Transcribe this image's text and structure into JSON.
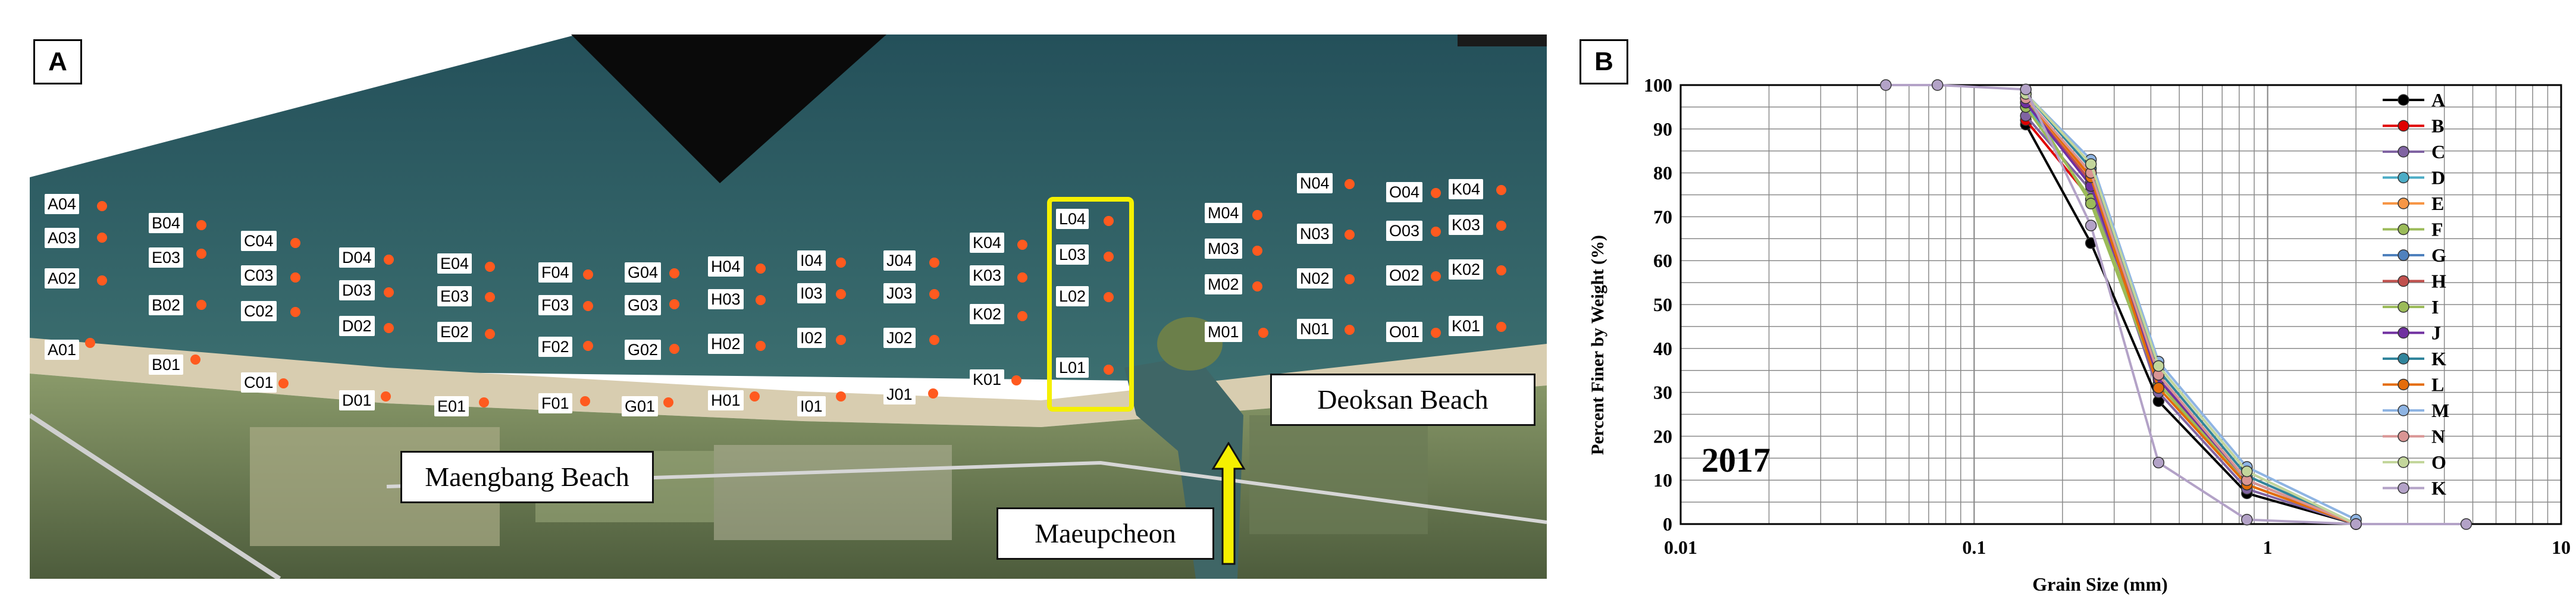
{
  "panel_a": {
    "label": "A",
    "places": {
      "maengbang": "Maengbang Beach",
      "deoksan": "Deoksan Beach",
      "maeupcheon": "Maeupcheon"
    },
    "stations": [
      "A04",
      "A03",
      "A02",
      "A01",
      "B04",
      "E03",
      "B02",
      "B01",
      "C04",
      "C03",
      "C02",
      "C01",
      "D04",
      "D03",
      "D02",
      "D01",
      "E04",
      "E03",
      "E02",
      "E01",
      "F04",
      "F03",
      "F02",
      "F01",
      "G04",
      "G03",
      "G02",
      "G01",
      "H04",
      "H03",
      "H02",
      "H01",
      "I04",
      "I03",
      "I02",
      "I01",
      "J04",
      "J03",
      "J02",
      "J01",
      "K04",
      "K03",
      "K02",
      "K01",
      "L04",
      "L03",
      "L02",
      "L01",
      "M04",
      "M03",
      "M02",
      "M01",
      "N04",
      "N03",
      "N02",
      "N01",
      "O04",
      "O03",
      "O02",
      "O01",
      "K04",
      "K03",
      "K02",
      "K01"
    ],
    "highlight_color": "#f5f000",
    "dot_color": "#ff5a1f"
  },
  "panel_b": {
    "label": "B"
  },
  "chart_data": {
    "type": "line",
    "year_label": "2017",
    "xlabel": "Grain Size (mm)",
    "ylabel": "Percent Finer by Weight (%)",
    "x_scale": "log",
    "xlim": [
      0.01,
      10
    ],
    "ylim": [
      0,
      100
    ],
    "xticks": [
      "0.01",
      "0.1",
      "1",
      "10"
    ],
    "yticks": [
      "0",
      "10",
      "20",
      "30",
      "40",
      "50",
      "60",
      "70",
      "80",
      "90",
      "100"
    ],
    "grid": true,
    "legend_position": "right",
    "series": [
      {
        "name": "A",
        "color": "#000000",
        "x": [
          0.15,
          0.25,
          0.425,
          0.85,
          2.0
        ],
        "y": [
          91,
          64,
          28,
          7,
          0
        ]
      },
      {
        "name": "B",
        "color": "#e00000",
        "x": [
          0.15,
          0.25,
          0.425,
          0.85,
          2.0
        ],
        "y": [
          92,
          74,
          33,
          9,
          0
        ]
      },
      {
        "name": "C",
        "color": "#8064a2",
        "x": [
          0.15,
          0.25,
          0.425,
          0.85,
          2.0
        ],
        "y": [
          93,
          76,
          30,
          8,
          0
        ]
      },
      {
        "name": "D",
        "color": "#4bacc6",
        "x": [
          0.15,
          0.25,
          0.425,
          0.85,
          2.0
        ],
        "y": [
          95,
          78,
          34,
          10,
          0
        ]
      },
      {
        "name": "E",
        "color": "#f79646",
        "x": [
          0.15,
          0.25,
          0.425,
          0.85,
          2.0
        ],
        "y": [
          96,
          79,
          35,
          11,
          0
        ]
      },
      {
        "name": "F",
        "color": "#9bbb59",
        "x": [
          0.15,
          0.25,
          0.425,
          0.85,
          2.0
        ],
        "y": [
          95,
          74,
          33,
          9,
          0
        ]
      },
      {
        "name": "G",
        "color": "#4f81bd",
        "x": [
          0.15,
          0.25,
          0.425,
          0.85,
          2.0
        ],
        "y": [
          97,
          80,
          36,
          12,
          0
        ]
      },
      {
        "name": "H",
        "color": "#c0504d",
        "x": [
          0.15,
          0.25,
          0.425,
          0.85,
          2.0
        ],
        "y": [
          96,
          78,
          34,
          10,
          0
        ]
      },
      {
        "name": "I",
        "color": "#9bbb59",
        "x": [
          0.15,
          0.25,
          0.425,
          0.85,
          2.0
        ],
        "y": [
          97,
          73,
          32,
          9,
          0
        ]
      },
      {
        "name": "J",
        "color": "#7030a0",
        "x": [
          0.15,
          0.25,
          0.425,
          0.85,
          2.0
        ],
        "y": [
          96,
          77,
          33,
          10,
          0
        ]
      },
      {
        "name": "K",
        "color": "#31859c",
        "x": [
          0.15,
          0.25,
          0.425,
          0.85,
          2.0
        ],
        "y": [
          98,
          81,
          35,
          11,
          0
        ]
      },
      {
        "name": "L",
        "color": "#e46c0a",
        "x": [
          0.15,
          0.25,
          0.425,
          0.85,
          2.0
        ],
        "y": [
          97,
          79,
          31,
          9,
          0
        ]
      },
      {
        "name": "M",
        "color": "#8eb4e3",
        "x": [
          0.15,
          0.25,
          0.425,
          0.85,
          2.0
        ],
        "y": [
          98,
          83,
          37,
          13,
          1
        ]
      },
      {
        "name": "N",
        "color": "#d99594",
        "x": [
          0.15,
          0.25,
          0.425,
          0.85,
          2.0
        ],
        "y": [
          97,
          80,
          34,
          10,
          0
        ]
      },
      {
        "name": "O",
        "color": "#c3d69b",
        "x": [
          0.15,
          0.25,
          0.425,
          0.85,
          2.0
        ],
        "y": [
          98,
          82,
          36,
          12,
          0
        ]
      },
      {
        "name": "K",
        "color": "#b3a2c7",
        "x": [
          0.05,
          0.075,
          0.15,
          0.25,
          0.425,
          0.85,
          2.0,
          4.75
        ],
        "y": [
          100,
          100,
          99,
          68,
          14,
          1,
          0,
          0
        ]
      }
    ]
  }
}
